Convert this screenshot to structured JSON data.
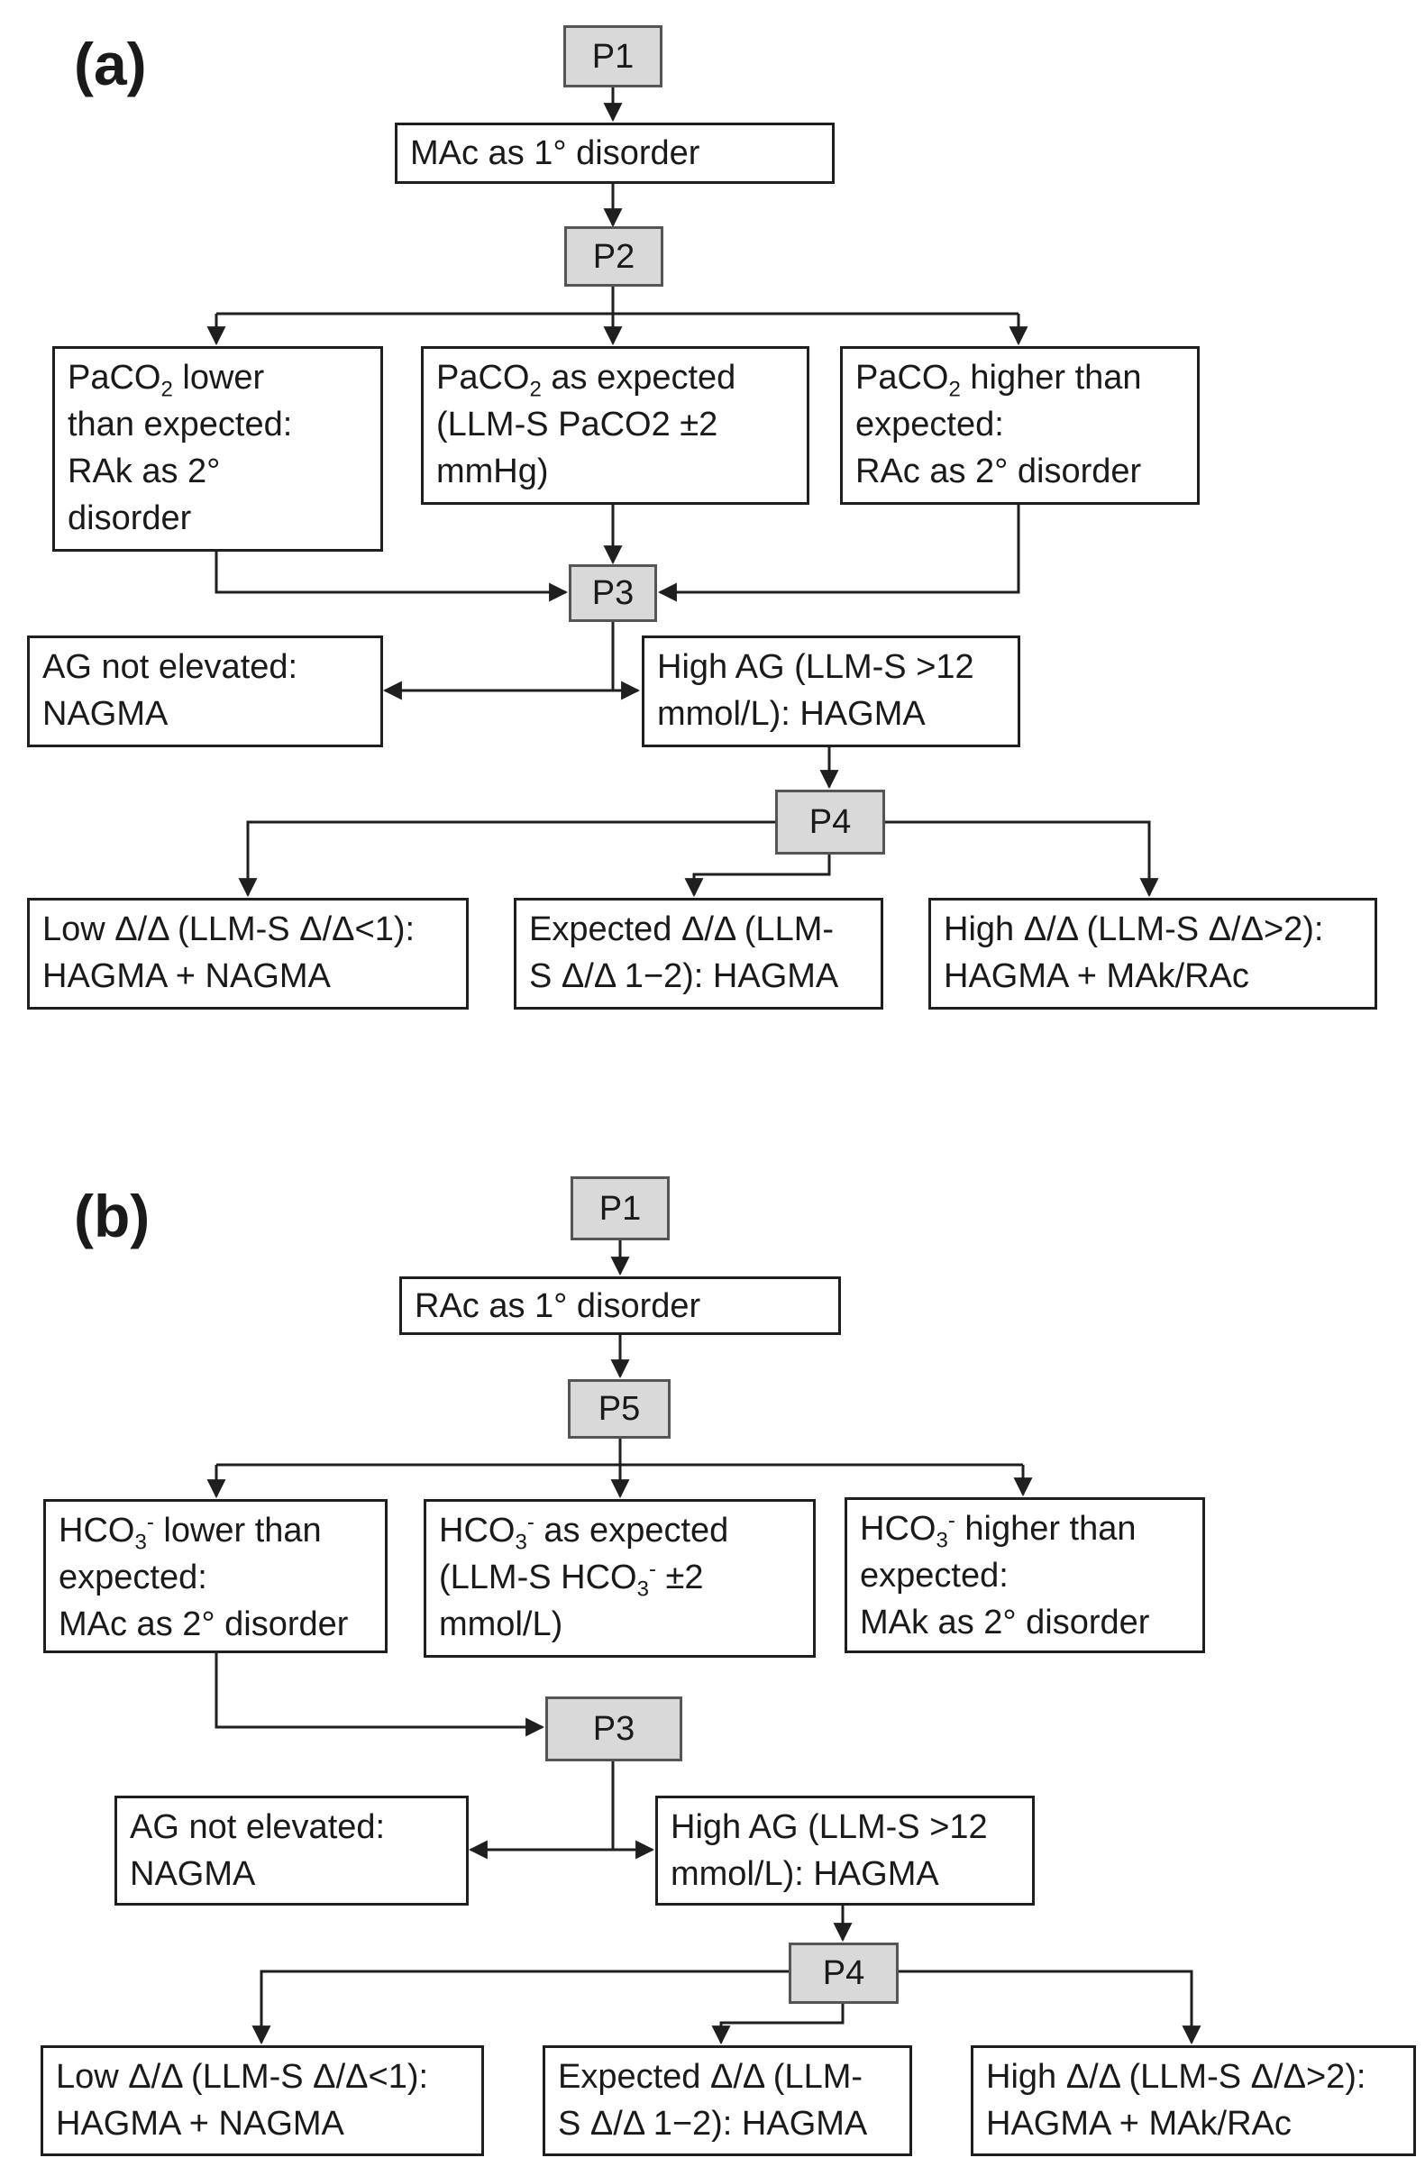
{
  "panels": [
    {
      "label": "(a)",
      "nodes": {
        "p1": "P1",
        "primary": "MAc as 1° disorder",
        "p2": "P2",
        "low_pre": "PaCO",
        "low_sub": "2",
        "low_post": " lower\nthan expected:\nRAk as 2°\ndisorder",
        "exp_pre": "PaCO",
        "exp_sub": "2",
        "exp_post": " as expected\n(LLM-S PaCO2 ±2\nmmHg)",
        "high_pre": "PaCO",
        "high_sub": "2",
        "high_post": " higher than\nexpected:\nRAc as 2° disorder",
        "p3": "P3",
        "ag_normal": "AG not elevated:\nNAGMA",
        "ag_high": "High AG (LLM-S >12\nmmol/L): HAGMA",
        "p4": "P4",
        "dd_low": "Low Δ/Δ  (LLM-S Δ/Δ<1):\nHAGMA + NAGMA",
        "dd_exp": "Expected Δ/Δ (LLM-\nS Δ/Δ 1−2): HAGMA",
        "dd_high": "High Δ/Δ (LLM-S Δ/Δ>2):\nHAGMA + MAk/RAc"
      }
    },
    {
      "label": "(b)",
      "nodes": {
        "p1": "P1",
        "primary": "RAc as 1° disorder",
        "p5": "P5",
        "low_pre": "HCO",
        "low_sub": "3",
        "low_sup": "-",
        "low_post": " lower than\nexpected:\nMAc as 2° disorder",
        "exp_pre": "HCO",
        "exp_sub": "3",
        "exp_sup": "-",
        "exp_mid": " as expected\n(LLM-S HCO",
        "exp_sub2": "3",
        "exp_sup2": "-",
        "exp_post": " ±2\nmmol/L)",
        "high_pre": "HCO",
        "high_sub": "3",
        "high_sup": "-",
        "high_post": " higher than\nexpected:\nMAk as 2° disorder",
        "p3": "P3",
        "ag_normal": "AG not elevated:\nNAGMA",
        "ag_high": "High AG (LLM-S >12\nmmol/L): HAGMA",
        "p4": "P4",
        "dd_low": "Low Δ/Δ  (LLM-S Δ/Δ<1):\nHAGMA + NAGMA",
        "dd_exp": "Expected Δ/Δ (LLM-\nS Δ/Δ 1−2): HAGMA",
        "dd_high": "High Δ/Δ (LLM-S Δ/Δ>2):\nHAGMA + MAk/RAc"
      }
    }
  ]
}
